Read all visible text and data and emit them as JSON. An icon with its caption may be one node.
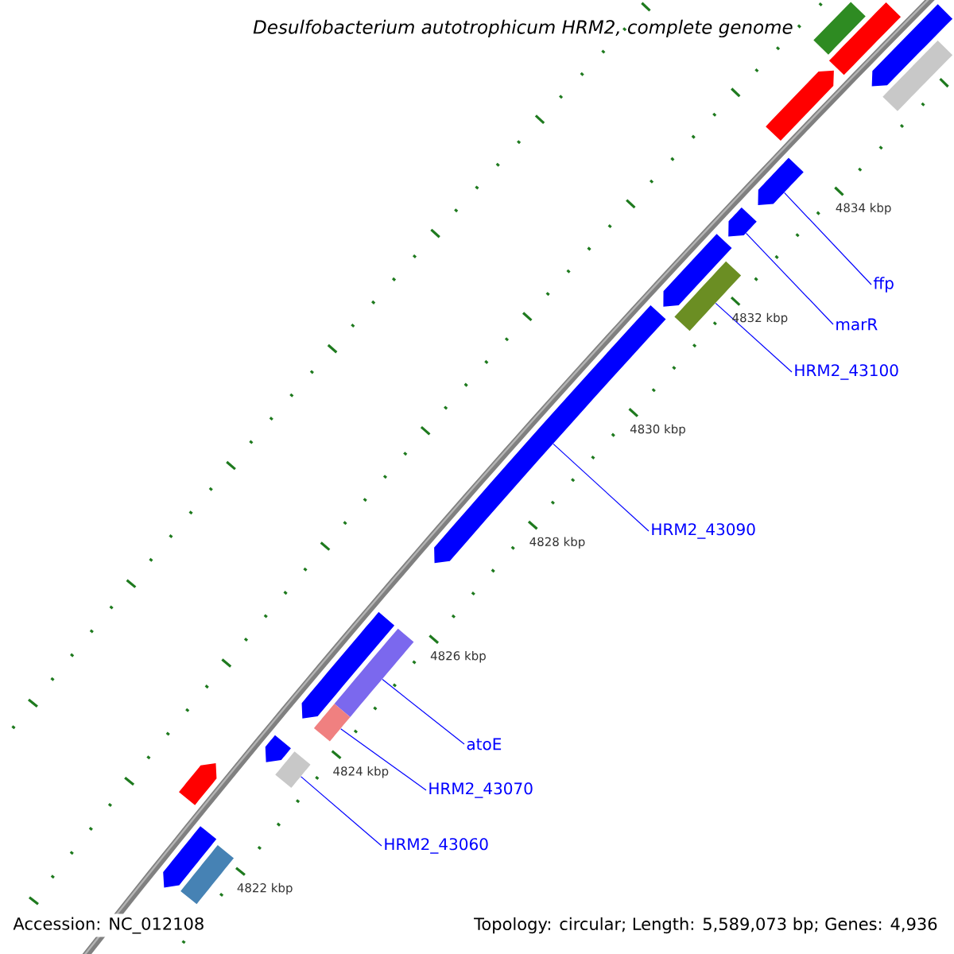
{
  "diagram": {
    "title": "Desulfobacterium autotrophicum HRM2, complete genome",
    "nodes": [
      {
        "text": [
          "ffp"
        ]
      },
      {
        "text": [
          "marR"
        ]
      },
      {
        "text": [
          "HRM2_43100"
        ]
      },
      {
        "text": [
          "HRM2_43090"
        ]
      },
      {
        "text": [
          "atoE"
        ]
      },
      {
        "text": [
          "HRM2_43070"
        ]
      },
      {
        "text": [
          "HRM2_43060"
        ]
      },
      {
        "text": [],
        "shape": "arrow"
      },
      {
        "text": [],
        "shape": "arrow"
      },
      {
        "text": [],
        "shape": "arrow"
      },
      {
        "text": [],
        "shape": "bar"
      },
      {
        "text": [],
        "shape": "arrow"
      },
      {
        "text": [],
        "shape": "arrow"
      },
      {
        "text": [],
        "shape": "arrow"
      },
      {
        "text": [],
        "shape": "arrow"
      },
      {
        "text": [],
        "shape": "bar"
      },
      {
        "text": [],
        "shape": "arrow"
      },
      {
        "text": [],
        "shape": "arrow"
      },
      {
        "text": [],
        "shape": "bar"
      },
      {
        "text": [],
        "shape": "bar"
      },
      {
        "text": [],
        "shape": "arrow"
      },
      {
        "text": [],
        "shape": "bar"
      },
      {
        "text": [],
        "shape": "arrow"
      },
      {
        "text": [],
        "shape": "arrow"
      },
      {
        "text": [],
        "shape": "bar"
      }
    ],
    "edges": [
      {
        "from": 0,
        "to": 12,
        "arrow": "none"
      },
      {
        "from": 1,
        "to": 13,
        "arrow": "none"
      },
      {
        "from": 2,
        "to": 15,
        "arrow": "none"
      },
      {
        "from": 3,
        "to": 16,
        "arrow": "none"
      },
      {
        "from": 4,
        "to": 18,
        "arrow": "none"
      },
      {
        "from": 5,
        "to": 19,
        "arrow": "none"
      },
      {
        "from": 6,
        "to": 21,
        "arrow": "none"
      }
    ],
    "labels": [
      "4834 kbp",
      "4832 kbp",
      "4830 kbp",
      "4828 kbp",
      "4826 kbp",
      "4824 kbp",
      "4822 kbp",
      "Accession: NC_012108",
      "Topology: circular; Length: 5,589,073 bp; Genes: 4,936"
    ]
  }
}
